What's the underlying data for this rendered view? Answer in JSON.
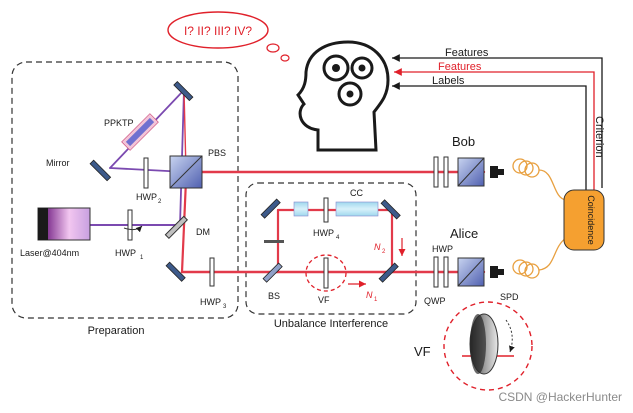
{
  "bubble": {
    "text": "I? II? III? IV?"
  },
  "inputs": {
    "features_1": "Features",
    "features_2": "Features",
    "labels": "Labels",
    "criterion": "Criterion"
  },
  "labels": {
    "bob": "Bob",
    "alice": "Alice",
    "coincidence": "Coincidence",
    "ppktp": "PPKTP",
    "mirror": "Mirror",
    "pbs": "PBS",
    "hwp2": "HWP",
    "hwp2_sub": "2",
    "laser": "Laser@404nm",
    "hwp1": "HWP",
    "hwp1_sub": "1",
    "dm": "DM",
    "hwp3": "HWP",
    "hwp3_sub": "3",
    "preparation": "Preparation",
    "hwp4": "HWP",
    "hwp4_sub": "4",
    "cc": "CC",
    "n2": "N",
    "n2_sub": "2",
    "n1": "N",
    "n1_sub": "1",
    "bs": "BS",
    "vf_small": "VF",
    "unbalance": "Unbalance Interference",
    "hwp_alice": "HWP",
    "qwp": "QWP",
    "spd": "SPD",
    "vf_large": "VF"
  },
  "watermark": "CSDN @HackerHunter",
  "colors": {
    "beam_red": "#e23a4a",
    "beam_purple": "#7b4ab0",
    "fiber": "#e8a040",
    "coincidence": "#f5a030",
    "mirror": "#3d5a8a",
    "dashed_red": "#e0202a",
    "features_red": "#e0202a"
  }
}
